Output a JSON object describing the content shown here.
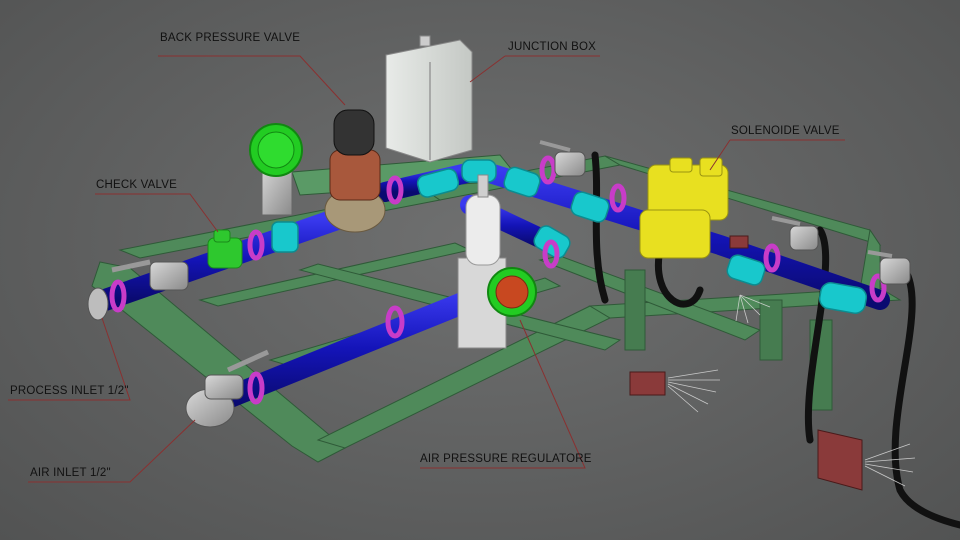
{
  "callouts": {
    "back_pressure_valve": "BACK PRESSURE VALVE",
    "junction_box": "JUNCTION BOX",
    "solenoide_valve": "SOLENOIDE VALVE",
    "check_valve": "CHECK VALVE",
    "process_inlet": "PROCESS INLET 1/2\"",
    "air_inlet": "AIR INLET 1/2\"",
    "air_pressure_regulatore": "AIR PRESSURE REGULATORE"
  },
  "colors": {
    "background": "#5f6060",
    "frame": "#4f8a5a",
    "pipe": "#1414b8",
    "fitting": "#18c8cc",
    "clamp": "#c83cc8",
    "gauge": "#22cc22",
    "solenoid": "#e8e020",
    "leader_line": "#8a3030"
  }
}
